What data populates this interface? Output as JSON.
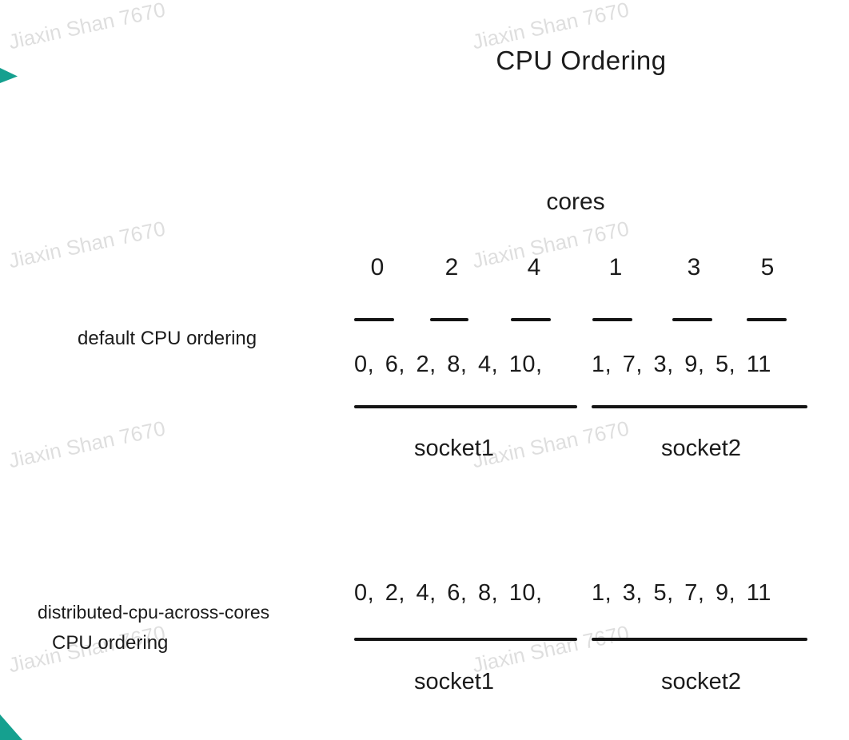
{
  "colors": {
    "ink": "#1b1b1b",
    "line": "#141414",
    "watermark": "#dddddd",
    "corner_accent": "#15a08f",
    "background": "#ffffff"
  },
  "watermark": {
    "text": "Jiaxin Shan 7670"
  },
  "title": "CPU Ordering",
  "cores": {
    "label": "cores",
    "numbers": [
      "0",
      "2",
      "4",
      "1",
      "3",
      "5"
    ]
  },
  "sections": [
    {
      "label": "default  CPU ordering",
      "socket1_cpus": "0, 6, 2, 8, 4, 10,",
      "socket2_cpus": "1, 7, 3, 9, 5, 11",
      "socket1_label": "socket1",
      "socket2_label": "socket2"
    },
    {
      "label_line1": "distributed-cpu-across-cores",
      "label_line2": "CPU ordering",
      "socket1_cpus": "0, 2, 4, 6, 8, 10,",
      "socket2_cpus": "1, 3, 5, 7, 9, 11",
      "socket1_label": "socket1",
      "socket2_label": "socket2"
    }
  ]
}
